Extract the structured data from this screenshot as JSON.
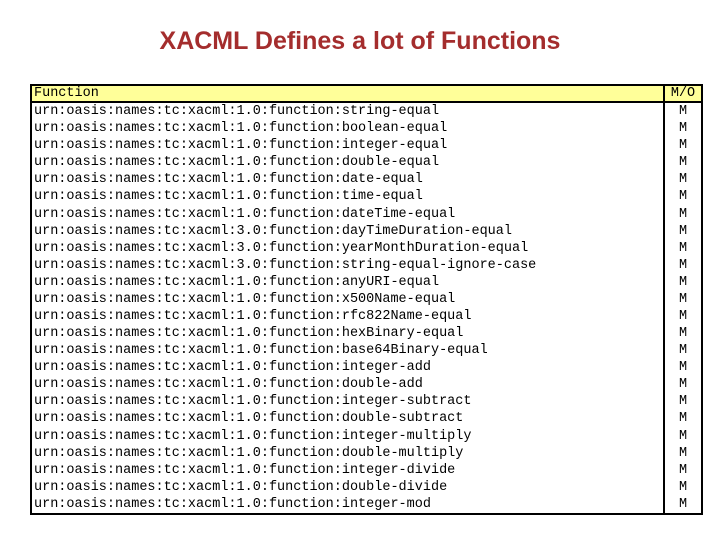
{
  "title": "XACML Defines a lot of Functions",
  "colors": {
    "title_text": "#A42D2D",
    "header_background": "#FFFF99",
    "table_border": "#000000",
    "row_text": "#000000",
    "background": "#FFFFFF"
  },
  "table": {
    "headers": [
      "Function",
      "M/O"
    ],
    "rows": [
      {
        "function": "urn:oasis:names:tc:xacml:1.0:function:string-equal",
        "mo": "M"
      },
      {
        "function": "urn:oasis:names:tc:xacml:1.0:function:boolean-equal",
        "mo": "M"
      },
      {
        "function": "urn:oasis:names:tc:xacml:1.0:function:integer-equal",
        "mo": "M"
      },
      {
        "function": "urn:oasis:names:tc:xacml:1.0:function:double-equal",
        "mo": "M"
      },
      {
        "function": "urn:oasis:names:tc:xacml:1.0:function:date-equal",
        "mo": "M"
      },
      {
        "function": "urn:oasis:names:tc:xacml:1.0:function:time-equal",
        "mo": "M"
      },
      {
        "function": "urn:oasis:names:tc:xacml:1.0:function:dateTime-equal",
        "mo": "M"
      },
      {
        "function": "urn:oasis:names:tc:xacml:3.0:function:dayTimeDuration-equal",
        "mo": "M"
      },
      {
        "function": "urn:oasis:names:tc:xacml:3.0:function:yearMonthDuration-equal",
        "mo": "M"
      },
      {
        "function": "urn:oasis:names:tc:xacml:3.0:function:string-equal-ignore-case",
        "mo": "M"
      },
      {
        "function": "urn:oasis:names:tc:xacml:1.0:function:anyURI-equal",
        "mo": "M"
      },
      {
        "function": "urn:oasis:names:tc:xacml:1.0:function:x500Name-equal",
        "mo": "M"
      },
      {
        "function": "urn:oasis:names:tc:xacml:1.0:function:rfc822Name-equal",
        "mo": "M"
      },
      {
        "function": "urn:oasis:names:tc:xacml:1.0:function:hexBinary-equal",
        "mo": "M"
      },
      {
        "function": "urn:oasis:names:tc:xacml:1.0:function:base64Binary-equal",
        "mo": "M"
      },
      {
        "function": "urn:oasis:names:tc:xacml:1.0:function:integer-add",
        "mo": "M"
      },
      {
        "function": "urn:oasis:names:tc:xacml:1.0:function:double-add",
        "mo": "M"
      },
      {
        "function": "urn:oasis:names:tc:xacml:1.0:function:integer-subtract",
        "mo": "M"
      },
      {
        "function": "urn:oasis:names:tc:xacml:1.0:function:double-subtract",
        "mo": "M"
      },
      {
        "function": "urn:oasis:names:tc:xacml:1.0:function:integer-multiply",
        "mo": "M"
      },
      {
        "function": "urn:oasis:names:tc:xacml:1.0:function:double-multiply",
        "mo": "M"
      },
      {
        "function": "urn:oasis:names:tc:xacml:1.0:function:integer-divide",
        "mo": "M"
      },
      {
        "function": "urn:oasis:names:tc:xacml:1.0:function:double-divide",
        "mo": "M"
      },
      {
        "function": "urn:oasis:names:tc:xacml:1.0:function:integer-mod",
        "mo": "M"
      }
    ]
  }
}
